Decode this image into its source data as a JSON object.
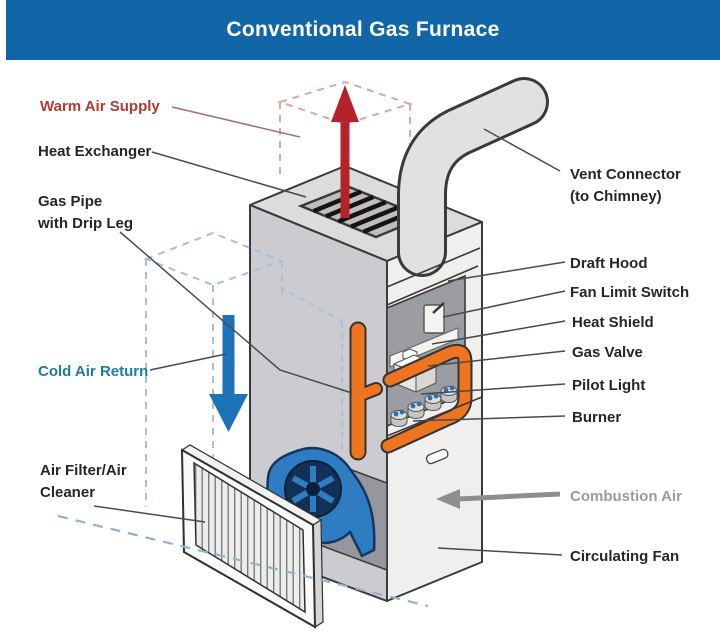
{
  "header": {
    "title": "Conventional Gas Furnace"
  },
  "labels": {
    "warm_air_supply": "Warm Air Supply",
    "heat_exchanger": "Heat Exchanger",
    "gas_pipe_line1": "Gas Pipe",
    "gas_pipe_line2": "with Drip Leg",
    "cold_air_return": "Cold Air Return",
    "air_filter_line1": "Air Filter/Air",
    "air_filter_line2": "Cleaner",
    "vent_connector_line1": "Vent Connector",
    "vent_connector_line2": "(to Chimney)",
    "draft_hood": "Draft Hood",
    "fan_limit_switch": "Fan Limit Switch",
    "heat_shield": "Heat Shield",
    "gas_valve": "Gas Valve",
    "pilot_light": "Pilot Light",
    "burner": "Burner",
    "combustion_air": "Combustion Air",
    "circulating_fan": "Circulating Fan"
  },
  "colors": {
    "header_bg": "#1166a8",
    "header_text": "#ffffff",
    "warm_label": "#b23a31",
    "warm_arrow": "#b5222a",
    "warm_duct_dash": "#d9a8a4",
    "cold_label": "#1e7aa6",
    "cold_arrow": "#1e72b7",
    "cold_duct_dash": "#a9c0d2",
    "combustion_label": "#9b9b9b",
    "combustion_arrow": "#8e8e8e",
    "gas_pipe_orange": "#ef7420",
    "fan_blue": "#2e7cc1",
    "label_text": "#262626",
    "furnace_body": "#f0efed"
  }
}
